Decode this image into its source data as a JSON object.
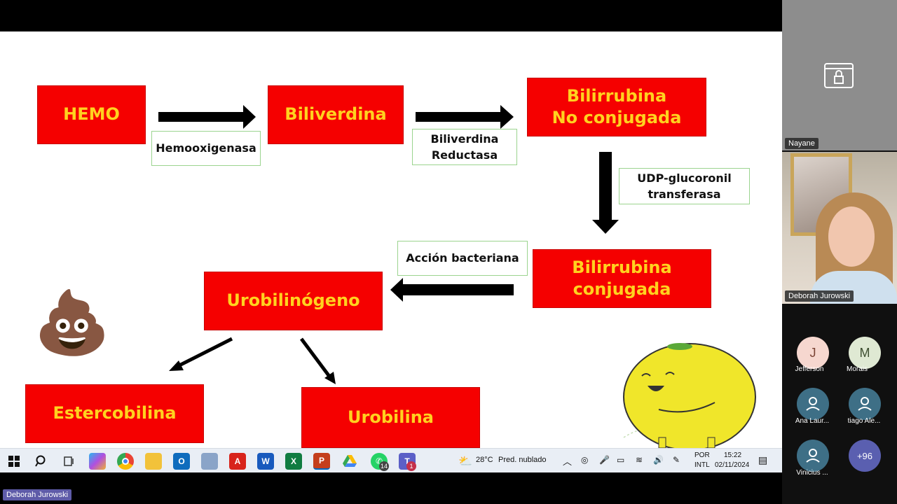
{
  "slide": {
    "boxes": {
      "hemo": "HEMO",
      "biliverdina": "Biliverdina",
      "bili_no_conj_line1": "Bilirrubina",
      "bili_no_conj_line2": "No conjugada",
      "bili_conj_line1": "Bilirrubina",
      "bili_conj_line2": "conjugada",
      "urobilinogeno": "Urobilinógeno",
      "estercobilina": "Estercobilina",
      "urobilina": "Urobilina"
    },
    "enzymes": {
      "hemooxigenasa": "Hemooxigenasa",
      "bv_reductasa_line1": "Biliverdina",
      "bv_reductasa_line2": "Reductasa",
      "udp_line1": "UDP-glucoronil",
      "udp_line2": "transferasa",
      "accion": "Acción bacteriana"
    },
    "stickers": {
      "poop_emoji": "💩"
    },
    "colors": {
      "box_fill": "#f50000",
      "box_text": "#ffd21f",
      "enzyme_border": "#9bd48f"
    }
  },
  "taskbar": {
    "icons": [
      "windows-start-icon",
      "search-icon",
      "task-view-icon",
      "copilot-icon",
      "chrome-icon",
      "file-explorer-icon",
      "outlook-icon",
      "app-icon",
      "acrobat-icon",
      "word-icon",
      "excel-icon",
      "powerpoint-icon",
      "google-drive-icon",
      "whatsapp-icon",
      "teams-icon"
    ],
    "whatsapp_badge": "14",
    "teams_badge": "1",
    "weather_temp": "28°C",
    "weather_desc": "Pred. nublado",
    "lang_line1": "POR",
    "lang_line2": "INTL",
    "time": "15:22",
    "date": "02/11/2024"
  },
  "participants": {
    "nayane": "Nayane",
    "deborah": "Deborah Jurowski",
    "grid": [
      {
        "initial": "J",
        "name": "Jefferson",
        "bg": "#f6d7cf",
        "fg": "#7a4335"
      },
      {
        "initial": "M",
        "name": "Morais",
        "bg": "#dfe9d3",
        "fg": "#3e4f31"
      },
      {
        "initial": "",
        "name": "Ana Laur...",
        "bg": "#3e6f86",
        "fg": "#ffffff"
      },
      {
        "initial": "",
        "name": "tiago Ale...",
        "bg": "#3e6f86",
        "fg": "#ffffff"
      },
      {
        "initial": "",
        "name": "Vinicius ...",
        "bg": "#3e6f86",
        "fg": "#ffffff"
      },
      {
        "initial": "+96",
        "name": "",
        "bg": "#5a5fb0",
        "fg": "#ffffff"
      }
    ]
  },
  "presenter_tag": "Deborah Jurowski"
}
